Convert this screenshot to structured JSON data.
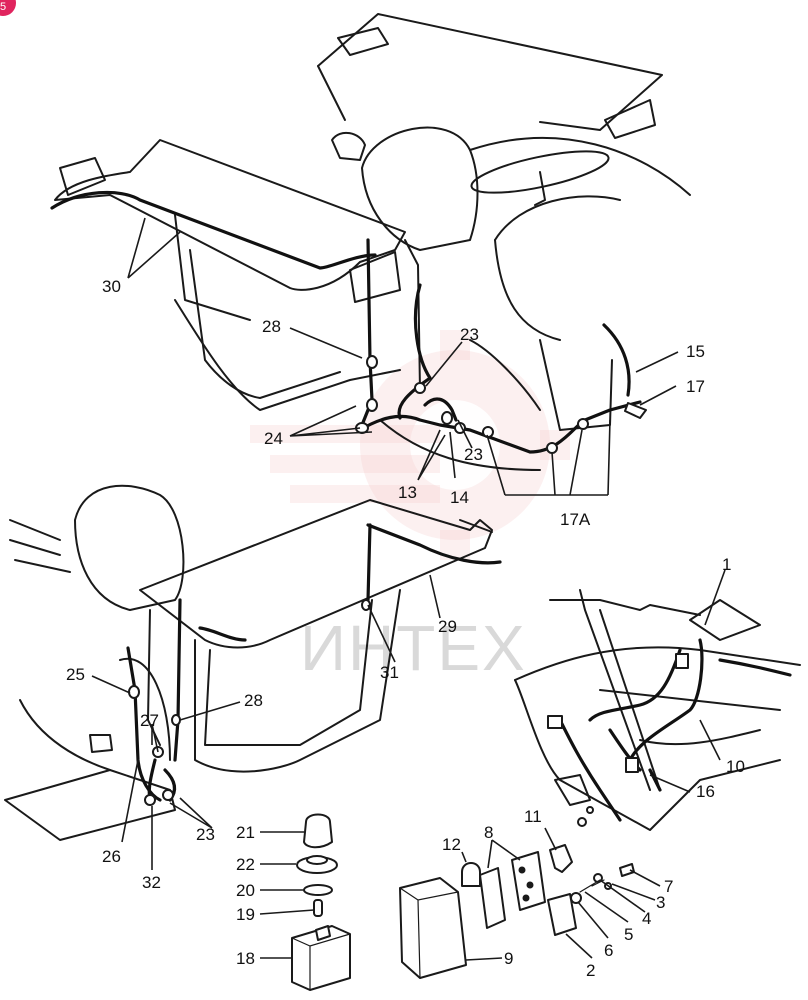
{
  "watermark": {
    "text": "ИНТЕХ",
    "brand_color": "#e8333a"
  },
  "corner_badge": {
    "text": "5"
  },
  "callouts": {
    "c30": "30",
    "c28a": "28",
    "c23a": "23",
    "c15": "15",
    "c17": "17",
    "c24": "24",
    "c23b": "23",
    "c13": "13",
    "c14": "14",
    "c17a": "17A",
    "c1": "1",
    "c29": "29",
    "c31": "31",
    "c25": "25",
    "c27": "27",
    "c28b": "28",
    "c10": "10",
    "c16": "16",
    "c26": "26",
    "c23c": "23",
    "c32": "32",
    "c21": "21",
    "c22": "22",
    "c20": "20",
    "c19": "19",
    "c18": "18",
    "c12": "12",
    "c8": "8",
    "c11": "11",
    "c7": "7",
    "c3": "3",
    "c4": "4",
    "c5": "5",
    "c6": "6",
    "c2": "2",
    "c9": "9"
  }
}
